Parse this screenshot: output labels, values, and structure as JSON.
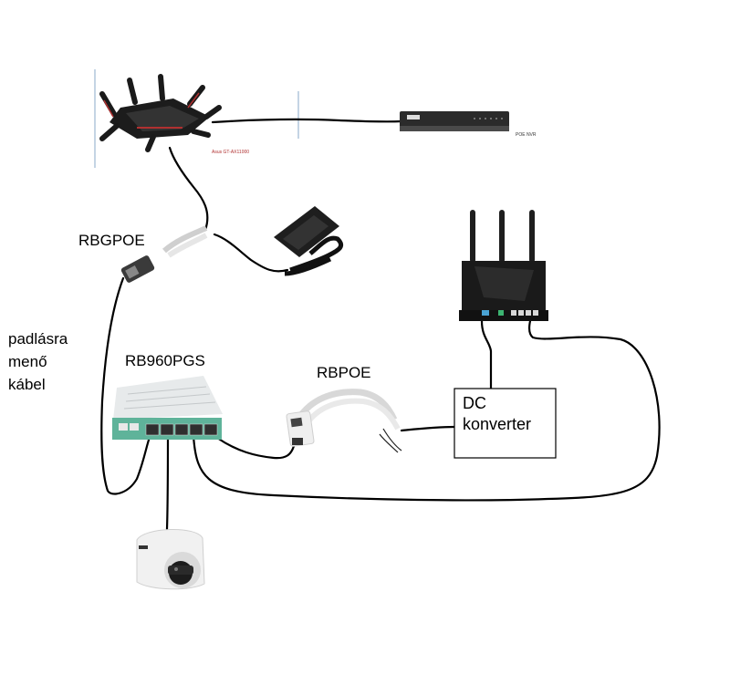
{
  "labels": {
    "rbgpoe": "RBGPOE",
    "attic_cable": "padlásra\nmenő\nkábel",
    "rb960pgs": "RB960PGS",
    "rbpoe": "RBPOE",
    "dc_converter": "DC\nkonverter",
    "main_router_caption": "Asus GT-AX11000",
    "nvr_caption": "POE NVR"
  },
  "colors": {
    "cable": "#000000",
    "router_accent": "#b03030",
    "mikrotik_green": "#5fb39a",
    "nvr_body": "#2b2b2b"
  }
}
